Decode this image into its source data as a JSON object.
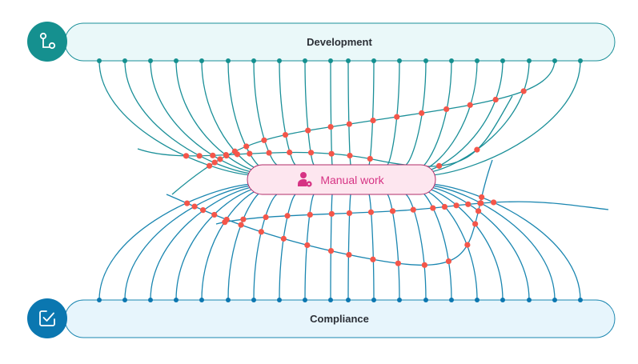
{
  "colors": {
    "dev_accent": "#15908f",
    "dev_fill": "#eaf8f9",
    "dev_line": "#1a8f98",
    "compliance_accent": "#0b77b0",
    "compliance_fill": "#e7f5fc",
    "compliance_line": "#1a86b0",
    "center_fill": "#fde6ef",
    "center_stroke": "#b22d6a",
    "center_text": "#d63384",
    "marker": "#f4564a"
  },
  "top_lane": {
    "label": "Development",
    "icon": "git-branch-icon"
  },
  "bottom_lane": {
    "label": "Compliance",
    "icon": "checkbox-icon"
  },
  "center_node": {
    "label": "Manual work",
    "icon": "user-gear-icon"
  },
  "connections": {
    "count_top": 20,
    "count_bottom": 20
  }
}
